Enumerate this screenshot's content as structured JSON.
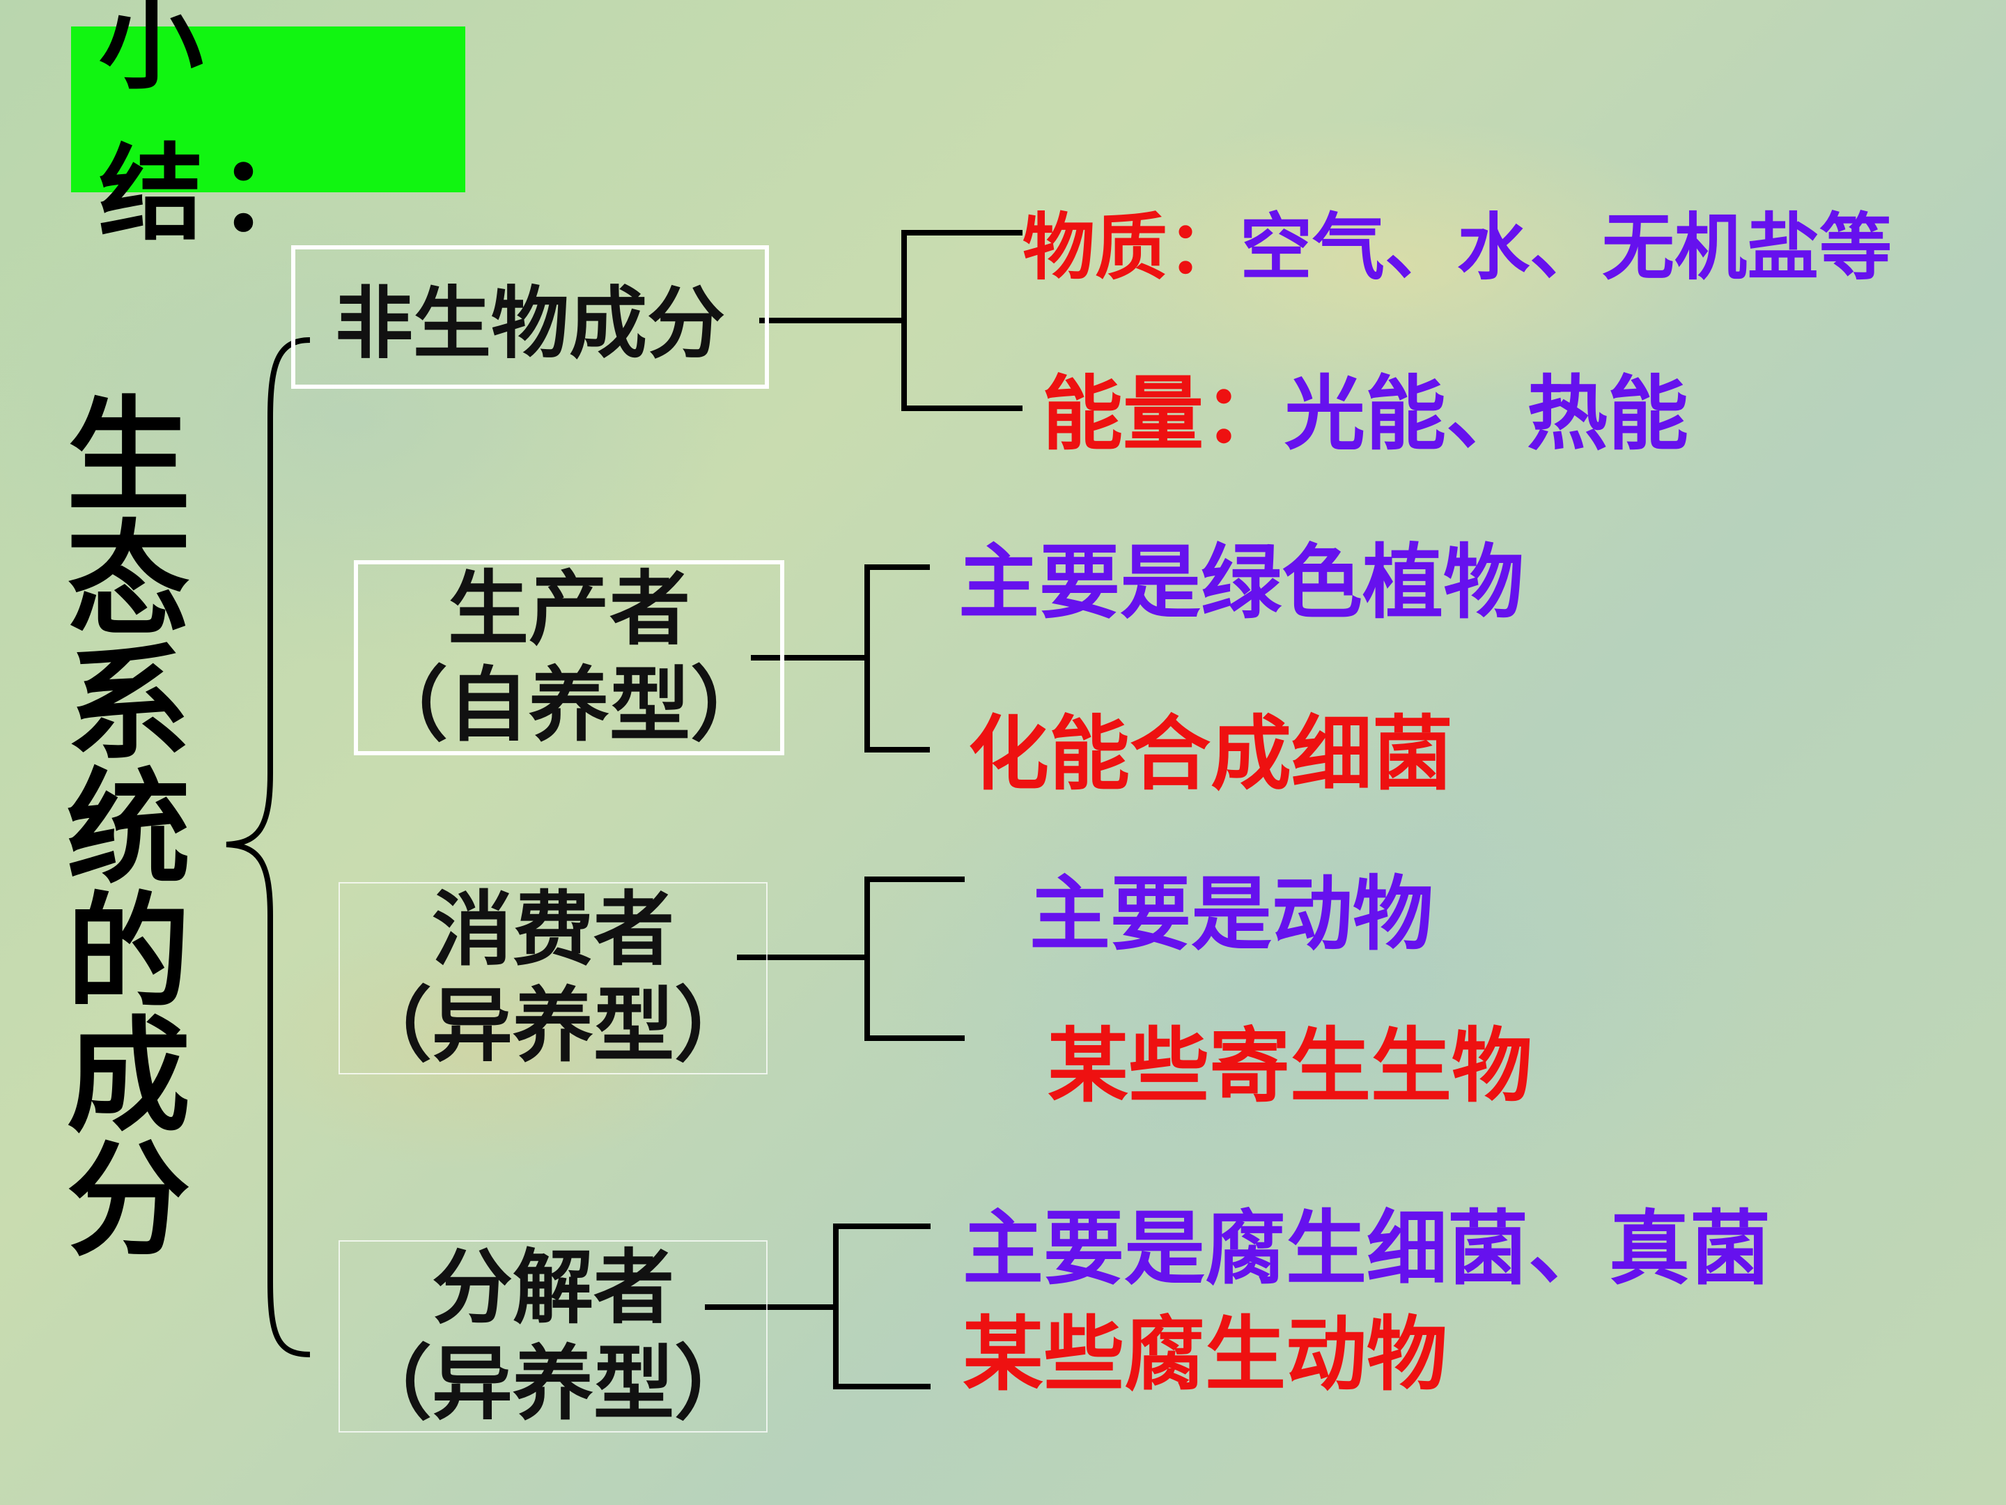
{
  "title": "小 结：",
  "root": "生态系统的成分",
  "abiotic": {
    "label": "非生物成分",
    "matter": {
      "key": "物质：",
      "value": "空气、水、无机盐等"
    },
    "energy": {
      "key": "能量：",
      "value": "光能、热能"
    }
  },
  "producer": {
    "label": "生产者",
    "type": "（自养型）",
    "items": [
      "主要是绿色植物",
      "化能合成细菌"
    ]
  },
  "consumer": {
    "label": "消费者",
    "type": "（异养型）",
    "items": [
      "主要是动物",
      "某些寄生生物"
    ]
  },
  "decomposer": {
    "label": "分解者",
    "type": "（异养型）",
    "items": [
      "主要是腐生细菌、真菌",
      "某些腐生动物"
    ]
  },
  "colors": {
    "title_background": "#11f511",
    "key_red": "#ee1111",
    "value_purple": "#6611ee"
  }
}
